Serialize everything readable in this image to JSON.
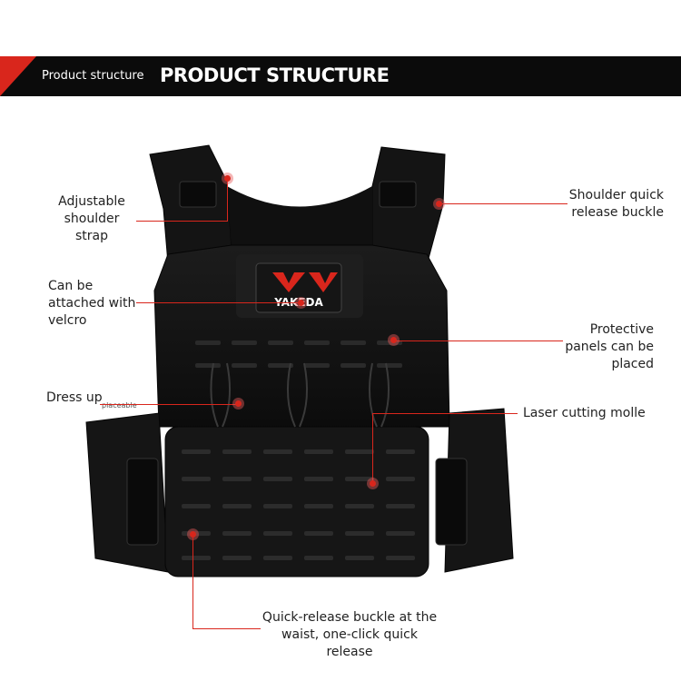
{
  "header": {
    "small_title": "Product structure",
    "big_title": "PRODUCT STRUCTURE"
  },
  "logo": {
    "text": "YAKEDA"
  },
  "labels": {
    "adjustable_strap": "Adjustable shoulder strap",
    "velcro": "Can be attached with velcro",
    "dress_up": "Dress up",
    "dress_up_sub": "placeable",
    "shoulder_buckle": "Shoulder quick release buckle",
    "protective_panels": "Protective panels can be placed",
    "laser_molle": "Laser cutting molle",
    "waist_buckle_line1": "Quick-release buckle at the",
    "waist_buckle_line2": "waist, one-click quick release"
  },
  "colors": {
    "accent": "#d9261c",
    "vest": "#111111",
    "banner": "#0b0b0b"
  }
}
